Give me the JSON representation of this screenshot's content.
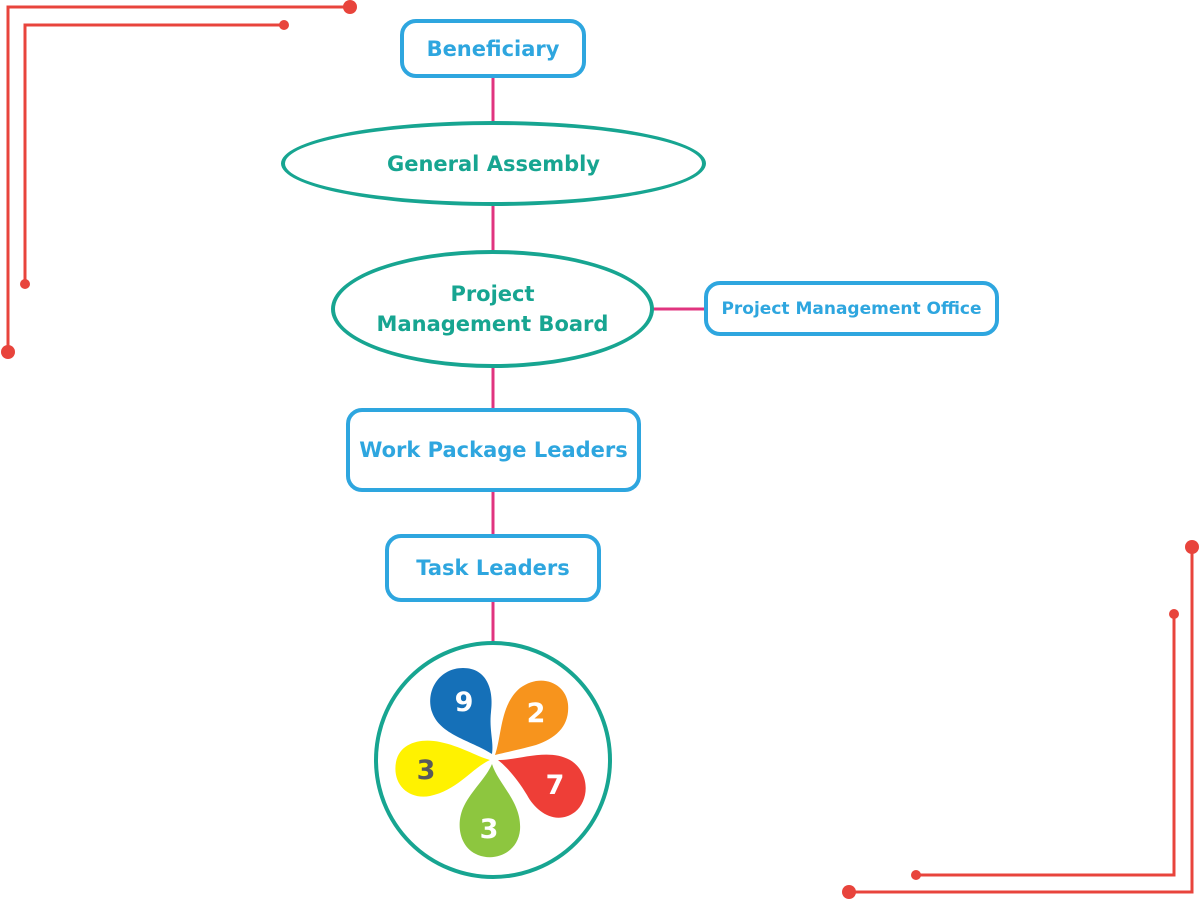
{
  "nodes": {
    "beneficiary": "Beneficiary",
    "general_assembly": "General Assembly",
    "pmb_line1": "Project",
    "pmb_line2": "Management Board",
    "pmo": "Project Management Office",
    "wpl": "Work Package Leaders",
    "task_leaders": "Task Leaders"
  },
  "logo": {
    "petals": [
      {
        "label": "9",
        "color": "#1570b8"
      },
      {
        "label": "2",
        "color": "#f7941d"
      },
      {
        "label": "7",
        "color": "#ee3e37"
      },
      {
        "label": "3",
        "color": "#8dc63f"
      },
      {
        "label": "3",
        "color": "#fff200"
      }
    ],
    "ring_color": "#17a591"
  },
  "colors": {
    "connector": "#e0347f",
    "frame_accent": "#e8443c",
    "blue": "#2ea6df",
    "teal": "#17a591"
  }
}
